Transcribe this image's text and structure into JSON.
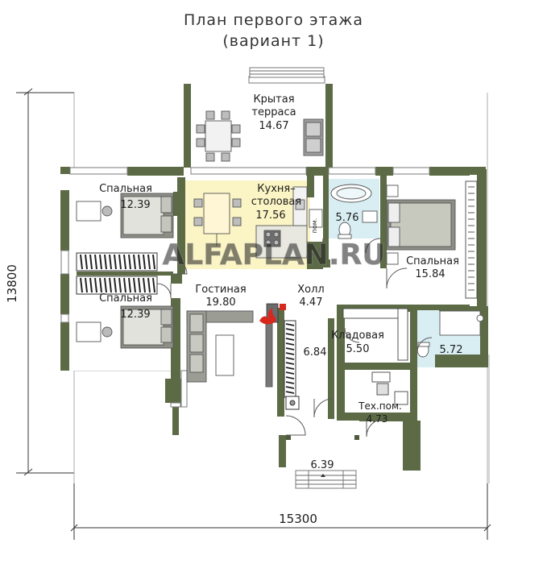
{
  "title": {
    "line1": "План первого этажа",
    "line2": "(вариант 1)"
  },
  "colors": {
    "wall": "#5c6b46",
    "wall_dark": "#4e5a3b",
    "kitchen_fill": "#fbf4c4",
    "bath_fill": "#d8eef3",
    "floor_fill": "#ffffff",
    "line": "#6a6a6a"
  },
  "rooms": {
    "terrace": {
      "name": "Крытая\nтерраса",
      "area": "14.67"
    },
    "kitchen": {
      "name": "Кухня–\nстоловая",
      "area": "17.56"
    },
    "bath1": {
      "area": "5.76"
    },
    "bedroom_right": {
      "name": "Спальная",
      "area": "15.84"
    },
    "bedroom_top_left": {
      "name": "Спальная",
      "area": "12.39"
    },
    "bedroom_bottom_left": {
      "name": "Спальная",
      "area": "12.39"
    },
    "living": {
      "name": "Гостиная",
      "area": "19.80"
    },
    "hall": {
      "name": "Холл",
      "area": "4.47"
    },
    "corridor": {
      "area": "6.84"
    },
    "storage": {
      "name": "Кладовая",
      "area": "5.50"
    },
    "bath2": {
      "area": "5.72"
    },
    "tech": {
      "name": "Тех.пом.",
      "area": "4.73"
    },
    "porch": {
      "area": "6.39"
    }
  },
  "dimensions": {
    "width": "15300",
    "height": "13800"
  },
  "watermark": "ALFAPLAN.RU",
  "small_label": "пом."
}
